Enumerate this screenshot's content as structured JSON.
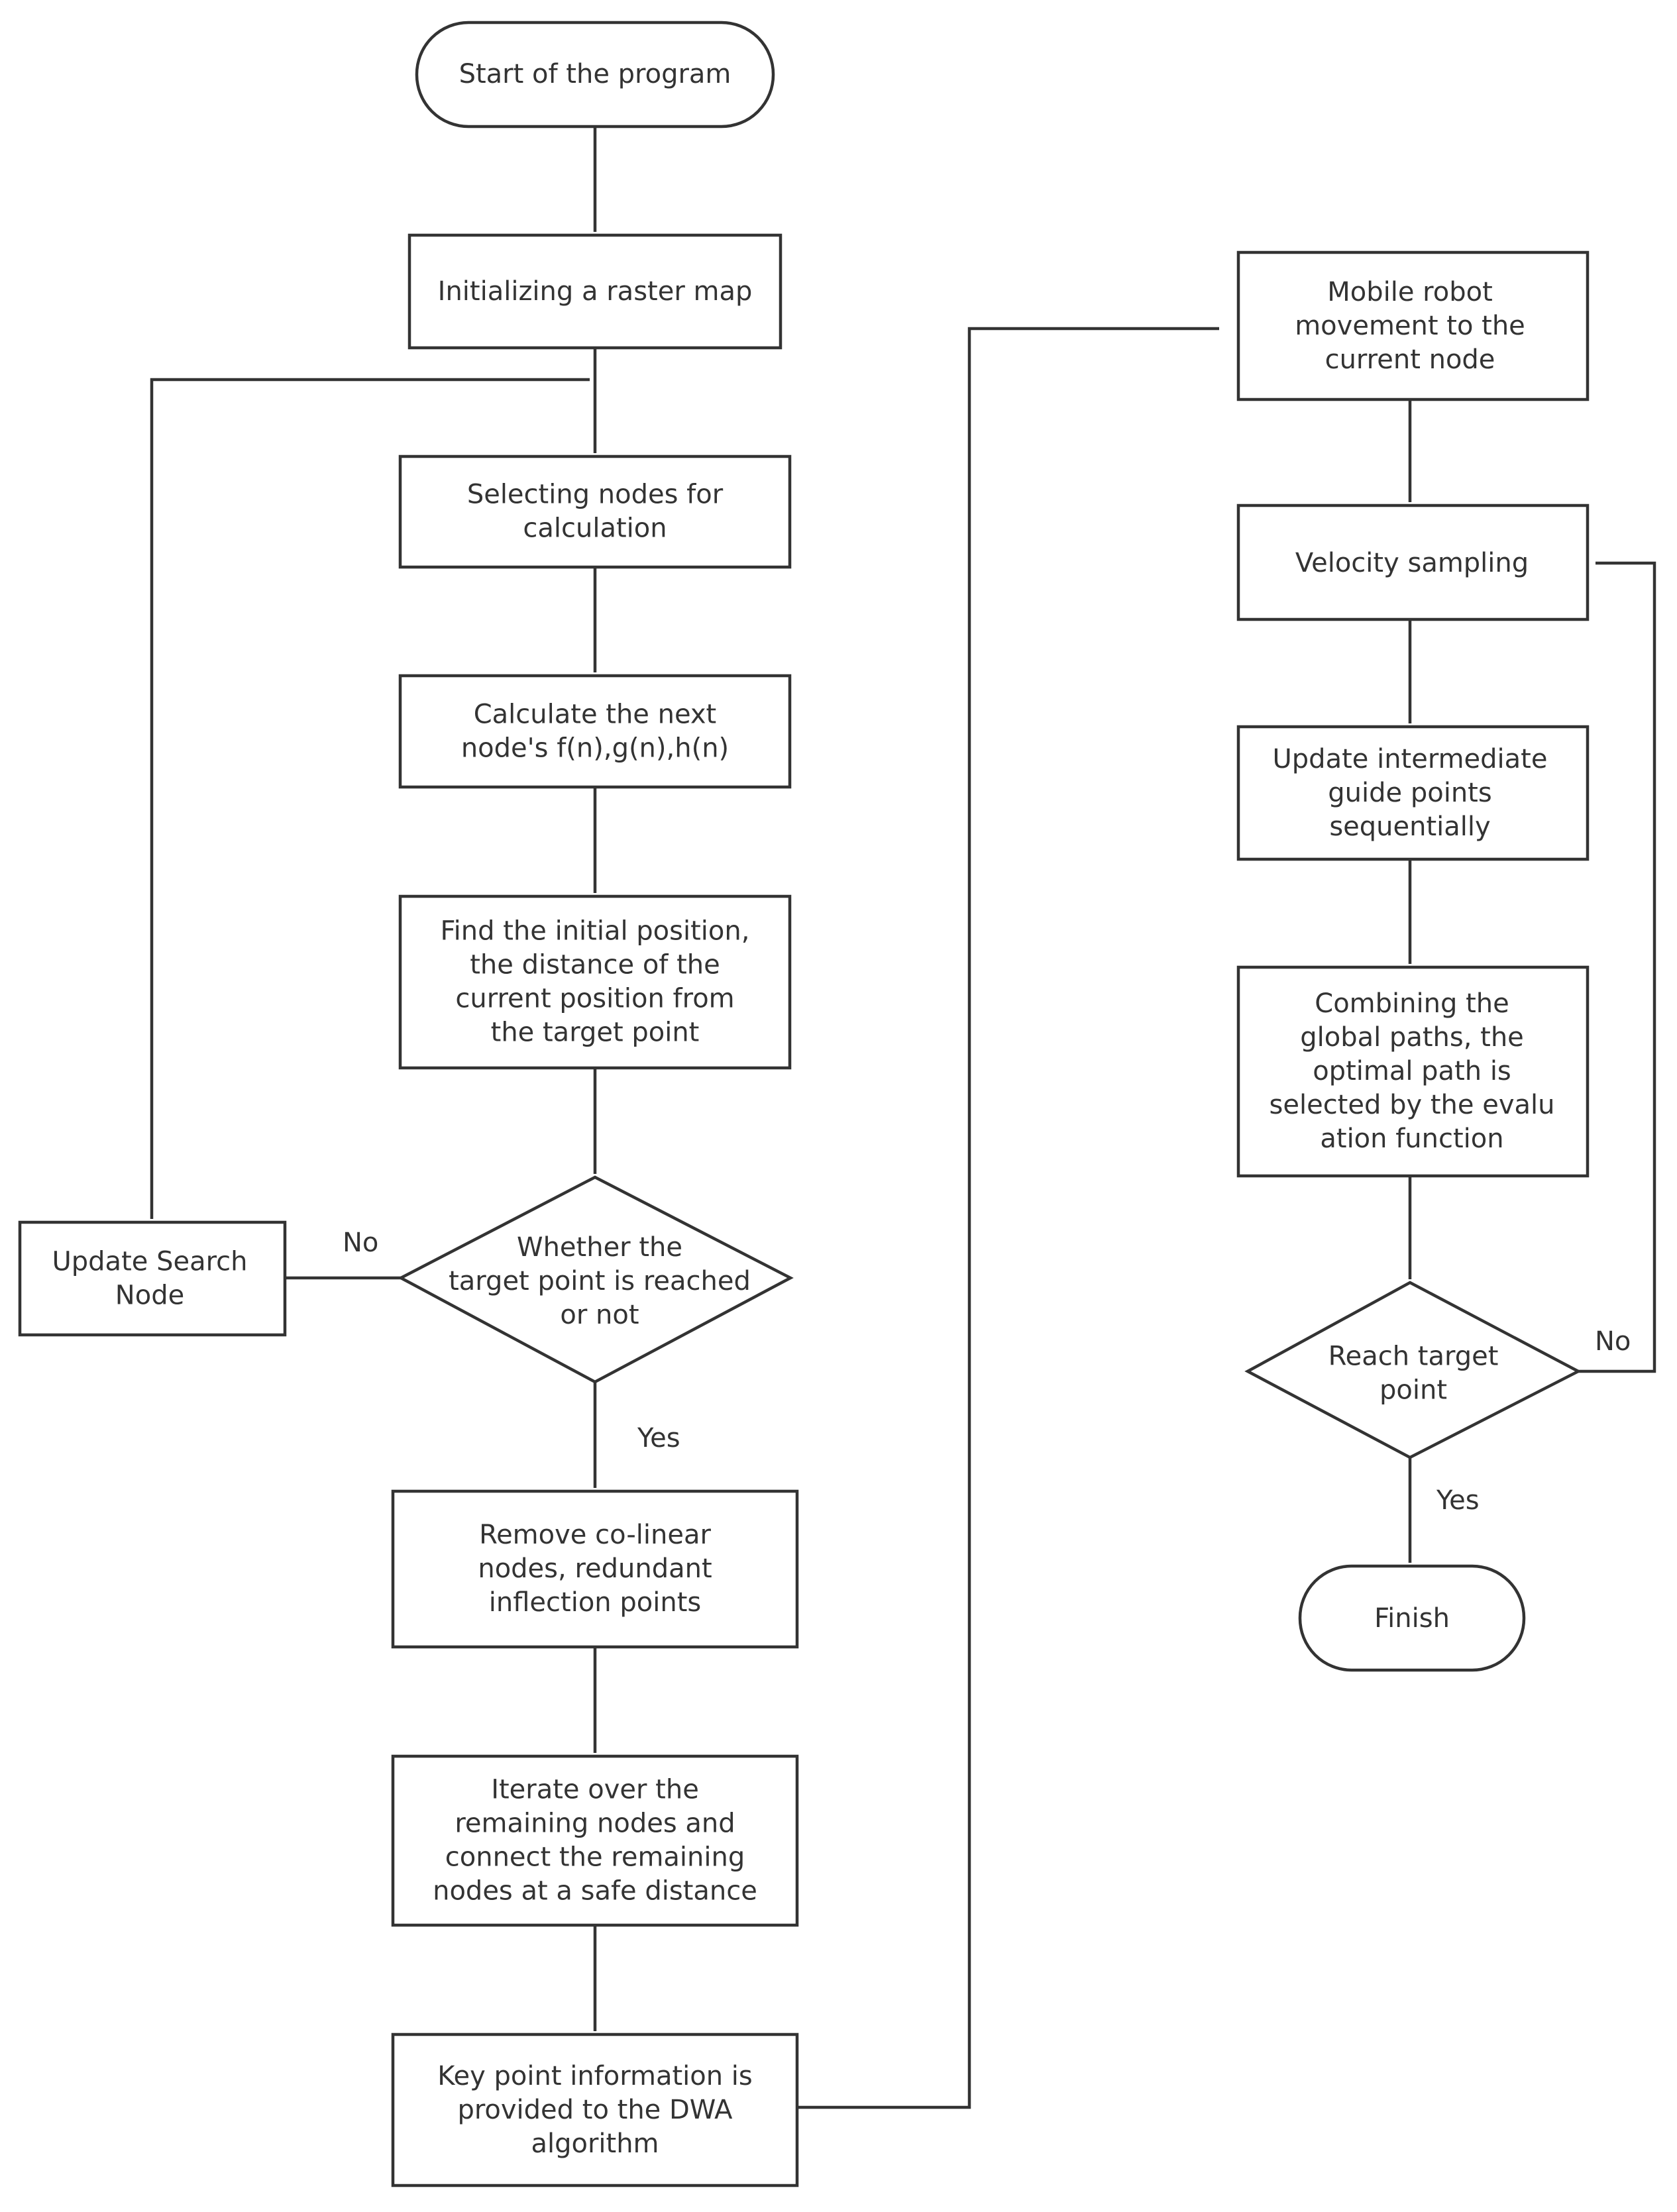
{
  "nodes": {
    "start": [
      "Start of the program"
    ],
    "init_map": [
      "Initializing a raster map"
    ],
    "select_nodes": [
      "Selecting nodes for",
      "calculation"
    ],
    "calc_next": [
      "Calculate the next",
      "node's f(n),g(n),h(n)"
    ],
    "find_initial": [
      "Find the initial position,",
      "the distance of the",
      "current position from",
      "the target point"
    ],
    "target_reached": [
      "Whether the",
      "target point is reached",
      "or not"
    ],
    "update_search": [
      "Update Search",
      "Node"
    ],
    "remove_colinear": [
      "Remove co-linear",
      "nodes, redundant",
      "inflection points"
    ],
    "iterate_nodes": [
      "Iterate over the",
      "remaining nodes and",
      "connect the remaining",
      "nodes at a safe distance"
    ],
    "key_point": [
      "Key point information is",
      "provided to the DWA",
      "algorithm"
    ],
    "mobile_robot": [
      "Mobile robot",
      "movement to the",
      "current node"
    ],
    "velocity_sampling": [
      "Velocity sampling"
    ],
    "update_guide": [
      "Update intermediate",
      "guide points",
      "sequentially"
    ],
    "combining_paths": [
      "Combining the",
      "global paths, the",
      "optimal path is",
      "selected by the evalu",
      "ation function"
    ],
    "reach_target": [
      "Reach target",
      "point"
    ],
    "finish": [
      "Finish"
    ]
  },
  "edge_labels": {
    "left_no": "No",
    "left_yes": "Yes",
    "right_no": "No",
    "right_yes": "Yes"
  }
}
